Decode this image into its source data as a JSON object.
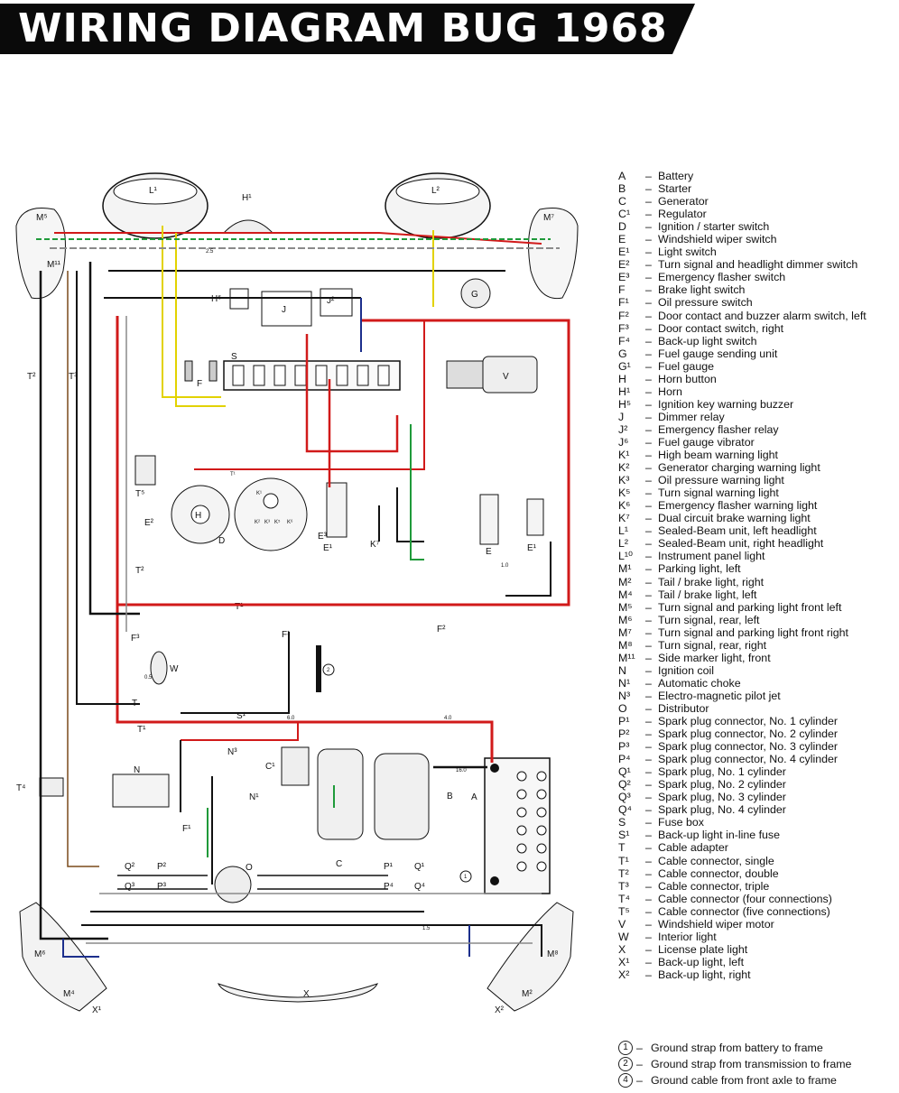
{
  "title": "WIRING DIAGRAM BUG 1968",
  "legend": [
    {
      "code": "A",
      "desc": "Battery"
    },
    {
      "code": "B",
      "desc": "Starter"
    },
    {
      "code": "C",
      "desc": "Generator"
    },
    {
      "code": "C¹",
      "desc": "Regulator"
    },
    {
      "code": "D",
      "desc": "Ignition / starter switch"
    },
    {
      "code": "E",
      "desc": "Windshield wiper switch"
    },
    {
      "code": "E¹",
      "desc": "Light switch"
    },
    {
      "code": "E²",
      "desc": "Turn signal and headlight dimmer switch"
    },
    {
      "code": "E³",
      "desc": "Emergency flasher switch"
    },
    {
      "code": "F",
      "desc": "Brake light switch"
    },
    {
      "code": "F¹",
      "desc": "Oil pressure switch"
    },
    {
      "code": "F²",
      "desc": "Door contact and buzzer alarm switch, left"
    },
    {
      "code": "F³",
      "desc": "Door contact switch, right"
    },
    {
      "code": "F⁴",
      "desc": "Back-up light switch"
    },
    {
      "code": "G",
      "desc": "Fuel gauge sending unit"
    },
    {
      "code": "G¹",
      "desc": "Fuel gauge"
    },
    {
      "code": "H",
      "desc": "Horn button"
    },
    {
      "code": "H¹",
      "desc": "Horn"
    },
    {
      "code": "H⁵",
      "desc": "Ignition key warning buzzer"
    },
    {
      "code": "J",
      "desc": "Dimmer relay"
    },
    {
      "code": "J²",
      "desc": "Emergency flasher relay"
    },
    {
      "code": "J⁶",
      "desc": "Fuel gauge vibrator"
    },
    {
      "code": "K¹",
      "desc": "High beam warning light"
    },
    {
      "code": "K²",
      "desc": "Generator charging warning light"
    },
    {
      "code": "K³",
      "desc": "Oil pressure warning light"
    },
    {
      "code": "K⁵",
      "desc": "Turn signal warning light"
    },
    {
      "code": "K⁶",
      "desc": "Emergency flasher warning light"
    },
    {
      "code": "K⁷",
      "desc": "Dual circuit brake warning light"
    },
    {
      "code": "L¹",
      "desc": "Sealed-Beam unit, left headlight"
    },
    {
      "code": "L²",
      "desc": "Sealed-Beam unit, right headlight"
    },
    {
      "code": "L¹⁰",
      "desc": "Instrument panel light"
    },
    {
      "code": "M¹",
      "desc": "Parking light, left"
    },
    {
      "code": "M²",
      "desc": "Tail / brake light, right"
    },
    {
      "code": "M⁴",
      "desc": "Tail / brake light, left"
    },
    {
      "code": "M⁵",
      "desc": "Turn signal and parking light front left"
    },
    {
      "code": "M⁶",
      "desc": "Turn signal, rear, left"
    },
    {
      "code": "M⁷",
      "desc": "Turn signal and parking light front right"
    },
    {
      "code": "M⁸",
      "desc": "Turn signal, rear, right"
    },
    {
      "code": "M¹¹",
      "desc": "Side marker light, front"
    },
    {
      "code": "N",
      "desc": "Ignition coil"
    },
    {
      "code": "N¹",
      "desc": "Automatic choke"
    },
    {
      "code": "N³",
      "desc": "Electro-magnetic pilot jet"
    },
    {
      "code": "O",
      "desc": "Distributor"
    },
    {
      "code": "P¹",
      "desc": "Spark plug connector, No. 1 cylinder"
    },
    {
      "code": "P²",
      "desc": "Spark plug connector, No. 2 cylinder"
    },
    {
      "code": "P³",
      "desc": "Spark plug connector, No. 3 cylinder"
    },
    {
      "code": "P⁴",
      "desc": "Spark plug connector, No. 4 cylinder"
    },
    {
      "code": "Q¹",
      "desc": "Spark plug, No. 1 cylinder"
    },
    {
      "code": "Q²",
      "desc": "Spark plug, No. 2 cylinder"
    },
    {
      "code": "Q³",
      "desc": "Spark plug, No. 3 cylinder"
    },
    {
      "code": "Q⁴",
      "desc": "Spark plug, No. 4 cylinder"
    },
    {
      "code": "S",
      "desc": "Fuse box"
    },
    {
      "code": "S¹",
      "desc": "Back-up light in-line fuse"
    },
    {
      "code": "T",
      "desc": "Cable adapter"
    },
    {
      "code": "T¹",
      "desc": "Cable connector, single"
    },
    {
      "code": "T²",
      "desc": "Cable connector, double"
    },
    {
      "code": "T³",
      "desc": "Cable connector, triple"
    },
    {
      "code": "T⁴",
      "desc": "Cable connector (four connections)"
    },
    {
      "code": "T⁵",
      "desc": "Cable connector (five connections)"
    },
    {
      "code": "V",
      "desc": "Windshield wiper motor"
    },
    {
      "code": "W",
      "desc": "Interior light"
    },
    {
      "code": "X",
      "desc": "License plate light"
    },
    {
      "code": "X¹",
      "desc": "Back-up light, left"
    },
    {
      "code": "X²",
      "desc": "Back-up light, right"
    }
  ],
  "grounds": [
    {
      "num": "1",
      "desc": "Ground strap from battery to frame"
    },
    {
      "num": "2",
      "desc": "Ground strap from transmission to frame"
    },
    {
      "num": "4",
      "desc": "Ground cable from front axle to frame"
    }
  ],
  "diagram_labels": {
    "L1": "L¹",
    "L2": "L²",
    "H1": "H¹",
    "M5": "M⁵",
    "M7": "M⁷",
    "M11": "M¹¹",
    "G": "G",
    "J": "J",
    "J2": "J²",
    "H5": "H⁵",
    "F": "F",
    "S": "S",
    "V": "V",
    "T2": "T²",
    "T3": "T³",
    "T5": "T⁵",
    "T1": "T¹",
    "T": "T",
    "T4": "T⁴",
    "H": "H",
    "E2": "E²",
    "D": "D",
    "K1": "K¹",
    "K2": "K²",
    "K3": "K³",
    "K5": "K⁵",
    "K6": "K⁶",
    "E": "E",
    "E1": "E¹",
    "E3": "E³",
    "K7": "K⁷",
    "F3": "F³",
    "F2": "F²",
    "W": "W",
    "S1": "S¹",
    "N": "N",
    "N3": "N³",
    "N1": "N¹",
    "C1": "C¹",
    "C": "C",
    "B": "B",
    "A": "A",
    "F1": "F¹",
    "O": "O",
    "Q2": "Q²",
    "Q3": "Q³",
    "P2": "P²",
    "P3": "P³",
    "P1": "P¹",
    "P4": "P⁴",
    "Q1": "Q¹",
    "Q4": "Q⁴",
    "M6": "M⁶",
    "M4": "M⁴",
    "X1": "X¹",
    "X": "X",
    "M8": "M⁸",
    "M2": "M²",
    "X2": "X²",
    "g1": "1",
    "g2": "2",
    "w25": "2.5",
    "w15": "1.5",
    "w05": "0.5",
    "w10": "1.0",
    "w40": "4.0",
    "w60": "6.0",
    "w16": "16.0"
  },
  "colors": {
    "banner": "#0a0a0a",
    "wire_red": "#d11a1a",
    "wire_black": "#111111",
    "wire_yellow": "#e2d200",
    "wire_green": "#1f9a3a",
    "wire_blue": "#1c2f8c",
    "wire_grey": "#8a8a8a",
    "wire_brown": "#7a4a1a"
  }
}
